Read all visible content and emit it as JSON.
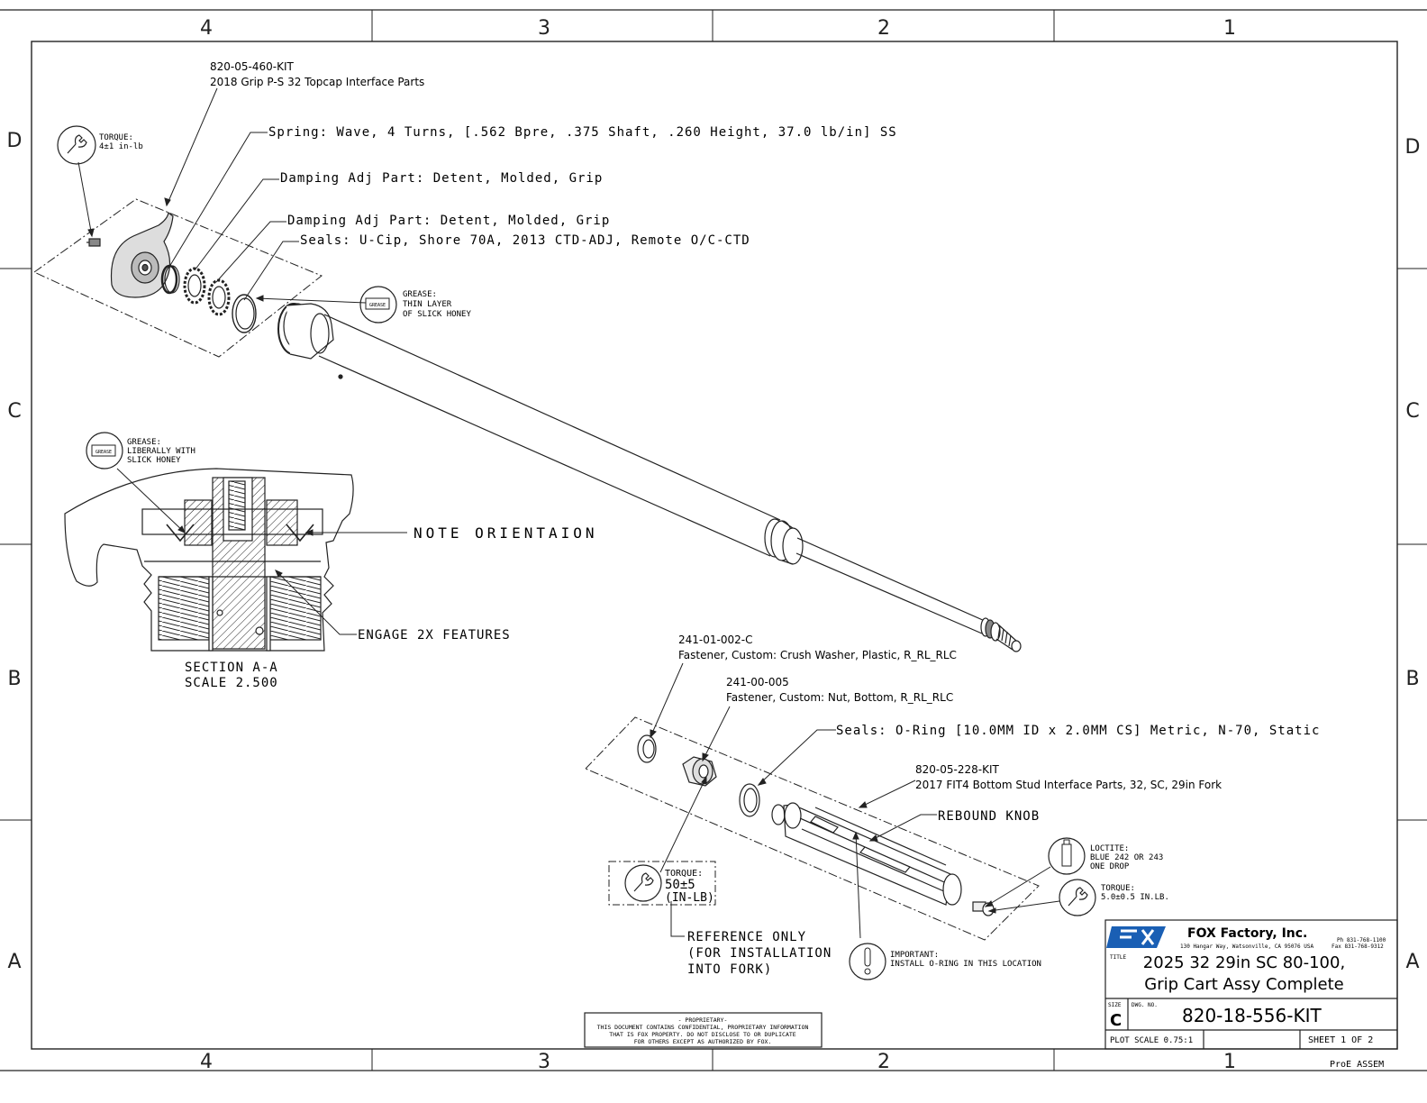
{
  "zones": {
    "columns": [
      "4",
      "3",
      "2",
      "1"
    ],
    "rows": [
      "D",
      "C",
      "B",
      "A"
    ]
  },
  "callouts": {
    "topcap_kit_part": "820-05-460-KIT",
    "topcap_kit_desc": "2018 Grip P-S 32 Topcap Interface Parts",
    "spring": "Spring: Wave, 4 Turns, [.562 Bpre, .375 Shaft, .260 Height, 37.0 lb/in] SS",
    "damping_adj_1": "Damping Adj Part: Detent, Molded, Grip",
    "damping_adj_2": "Damping Adj Part: Detent, Molded, Grip",
    "seals_ucip": "Seals: U-Cip, Shore 70A, 2013 CTD-ADJ, Remote O/C-CTD",
    "note_orientation": "NOTE ORIENTAION",
    "engage_features": "ENGAGE 2X FEATURES",
    "section_label": "SECTION  A-A",
    "section_scale": "SCALE  2.500",
    "washer_part": "241-01-002-C",
    "washer_desc": "Fastener, Custom: Crush Washer, Plastic, R_RL_RLC",
    "nut_part": "241-00-005",
    "nut_desc": "Fastener, Custom: Nut, Bottom, R_RL_RLC",
    "seals_oring": "Seals: O-Ring [10.0MM ID x 2.0MM CS] Metric, N-70, Static",
    "bottom_kit_part": "820-05-228-KIT",
    "bottom_kit_desc": "2017 FIT4 Bottom Stud Interface Parts, 32, SC, 29in Fork",
    "rebound_knob": "REBOUND KNOB",
    "reference_only_1": "REFERENCE ONLY",
    "reference_only_2": "(FOR INSTALLATION",
    "reference_only_3": "INTO FORK)"
  },
  "notes": {
    "torque_topcap_1": "TORQUE:",
    "torque_topcap_2": "4±1 in-lb",
    "grease_top_1": "GREASE:",
    "grease_top_2": "THIN LAYER",
    "grease_top_3": "OF SLICK HONEY",
    "grease_section_1": "GREASE:",
    "grease_section_2": "LIBERALLY WITH",
    "grease_section_3": "SLICK HONEY",
    "torque_nut_1": "TORQUE:",
    "torque_nut_2": "50±5",
    "torque_nut_3": "(IN-LB)",
    "loctite_1": "LOCTITE:",
    "loctite_2": "BLUE 242 OR 243",
    "loctite_3": "ONE DROP",
    "torque_bolt_1": "TORQUE:",
    "torque_bolt_2": "5.0±0.5 IN.LB.",
    "important_1": "IMPORTANT:",
    "important_2": "INSTALL O-RING IN THIS LOCATION",
    "grease_icon_text": "GREASE"
  },
  "proprietary": {
    "line1": "- PROPRIETARY-",
    "line2": "THIS DOCUMENT CONTAINS CONFIDENTIAL, PROPRIETARY INFORMATION",
    "line3": "THAT IS FOX PROPERTY.  DO NOT DISCLOSE TO OR DUPLICATE",
    "line4": "FOR OTHERS EXCEPT AS AUTHORIZED BY FOX."
  },
  "title_block": {
    "company": "FOX Factory, Inc.",
    "address": "130 Hangar Way, Watsonville, CA 95076 USA",
    "phone": "Ph 831-768-1100",
    "fax": "Fax 831-768-9312",
    "title_label": "TITLE",
    "title_line1": "2025 32 29in SC 80-100,",
    "title_line2": "Grip Cart Assy Complete",
    "size_label": "SIZE",
    "size_value": "C",
    "dwg_label": "DWG. NO.",
    "dwg_number": "820-18-556-KIT",
    "plot_scale": "PLOT SCALE  0.75:1",
    "sheet": "SHEET  1  OF  2",
    "proe": "ProE  ASSEM",
    "logo": "FOX"
  }
}
